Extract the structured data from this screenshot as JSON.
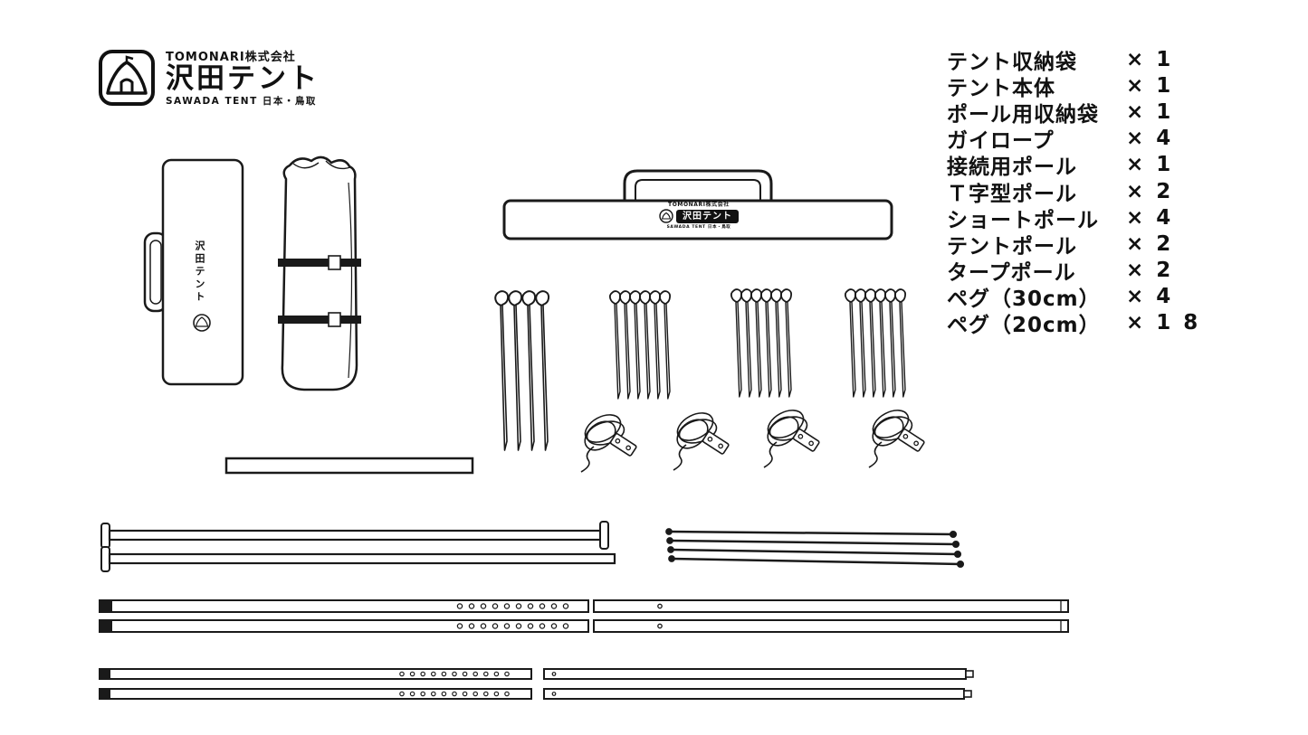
{
  "logo": {
    "company": "TOMONARI株式会社",
    "brand": "沢田テント",
    "subtitle": "SAWADA TENT 日本・鳥取"
  },
  "storage_bag_label": "沢田テント",
  "parts_list": {
    "items": [
      {
        "name": "テント収納袋",
        "qty": 1,
        "qty_label": "× 1"
      },
      {
        "name": "テント本体",
        "qty": 1,
        "qty_label": "× 1"
      },
      {
        "name": "ポール用収納袋",
        "qty": 1,
        "qty_label": "× 1"
      },
      {
        "name": "ガイロープ",
        "qty": 4,
        "qty_label": "× 4"
      },
      {
        "name": "接続用ポール",
        "qty": 1,
        "qty_label": "× 1"
      },
      {
        "name": "Ｔ字型ポール",
        "qty": 2,
        "qty_label": "× 2"
      },
      {
        "name": "ショートポール",
        "qty": 4,
        "qty_label": "× 4"
      },
      {
        "name": "テントポール",
        "qty": 2,
        "qty_label": "× 2"
      },
      {
        "name": "タープポール",
        "qty": 2,
        "qty_label": "× 2"
      },
      {
        "name": "ペグ（30cm）",
        "qty": 4,
        "qty_label": "× 4"
      },
      {
        "name": "ペグ（20cm）",
        "qty": 18,
        "qty_label": "× 1 8"
      }
    ]
  }
}
